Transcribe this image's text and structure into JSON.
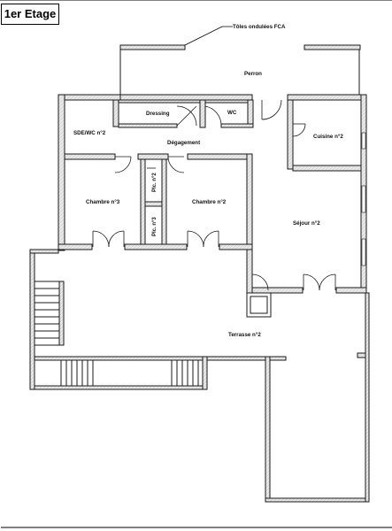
{
  "header": {
    "title": "1er Etage"
  },
  "annotations": {
    "roof_note": "Tôles ondulées FCA"
  },
  "rooms": {
    "perron": "Perron",
    "dressing": "Dressing",
    "wc": "WC",
    "sde_wc": "SDE/WC n°2",
    "degagement": "Dégagement",
    "cuisine": "Cuisine n°2",
    "placard2": "Plc. n°2",
    "placard3": "Plc. n°3",
    "chambre3": "Chambre n°3",
    "chambre2": "Chambre n°2",
    "sejour": "Séjour n°2",
    "terrasse": "Terrasse n°2"
  },
  "colors": {
    "wall_fill": "#e6e6e6",
    "wall_stroke": "#1a1a1a",
    "background": "#ffffff"
  }
}
